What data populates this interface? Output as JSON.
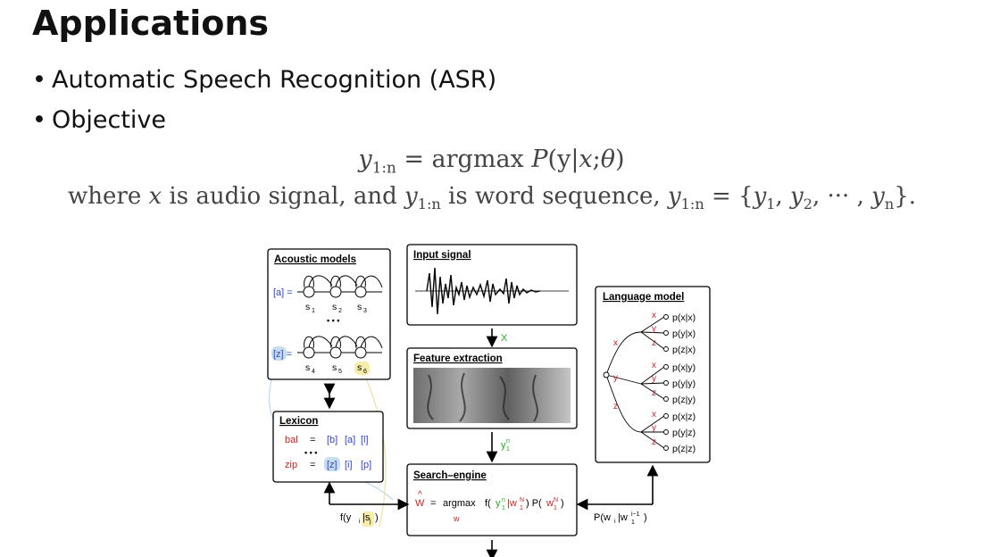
{
  "title": "Applications",
  "bullets": [
    "Automatic Speech Recognition (ASR)",
    "Objective"
  ],
  "equation": {
    "lhs": "y",
    "lhs_sub": "1:n",
    "eq": " = argmax ",
    "fn": "P",
    "args": "(y|",
    "args_x": "x",
    "args_rest": ";",
    "theta": "θ",
    "close": ")"
  },
  "where": {
    "w1": "where ",
    "x": "x",
    "w2": " is audio signal, and ",
    "y": "y",
    "ysub": "1:n",
    "w3": " is word sequence, ",
    "y2": "y",
    "y2sub": "1:n",
    "w4": " = {",
    "e1": "y",
    "e1s": "1",
    "c1": ", ",
    "e2": "y",
    "e2s": "2",
    "c2": ", ··· , ",
    "e3": "y",
    "e3s": "n",
    "w5": "}."
  },
  "diagram": {
    "acoustic_title": "Acoustic models",
    "acoustic_a": "[a] =",
    "acoustic_z": "[z] =",
    "states_top": [
      "s",
      "s",
      "s"
    ],
    "states_top_sub": [
      "1",
      "2",
      "3"
    ],
    "states_bot": [
      "s",
      "s",
      "s"
    ],
    "states_bot_sub": [
      "4",
      "5",
      "6"
    ],
    "dots": "• • •",
    "lexicon_title": "Lexicon",
    "lex_bal": "bal",
    "lex_zip": "zip",
    "lex_eq": "=",
    "lex_bal_phones": [
      "[b]",
      "[a]",
      "[l]"
    ],
    "lex_zip_phones": [
      "[z]",
      "[i]",
      "[p]"
    ],
    "input_title": "Input signal",
    "x_label": "X",
    "feature_title": "Feature extraction",
    "y_label": "y",
    "y_sup": "n",
    "y_sub": "1",
    "search_title": "Search–engine",
    "search_w": "W",
    "search_hat": "^",
    "search_eq": "=",
    "search_argmax": "argmax",
    "search_argsub": "w",
    "search_f": "f(",
    "search_p": ") P(",
    "search_close": ")",
    "lm_title": "Language model",
    "lm_probs": [
      "p(x|x)",
      "p(y|x)",
      "p(z|x)",
      "p(x|y)",
      "p(y|y)",
      "p(z|y)",
      "p(x|z)",
      "p(y|z)",
      "p(z|z)"
    ],
    "lm_branch": [
      "x",
      "y",
      "z"
    ],
    "f_label": "f(y",
    "f_label_i": "i",
    "f_label_mid": "|s",
    "f_label_j": "j",
    "f_label_end": ")",
    "p_label": "P(w",
    "p_label_i": "i",
    "p_label_mid": "|w",
    "p_label_sup": "i−1",
    "p_label_sub": "1",
    "p_label_end": ")"
  }
}
